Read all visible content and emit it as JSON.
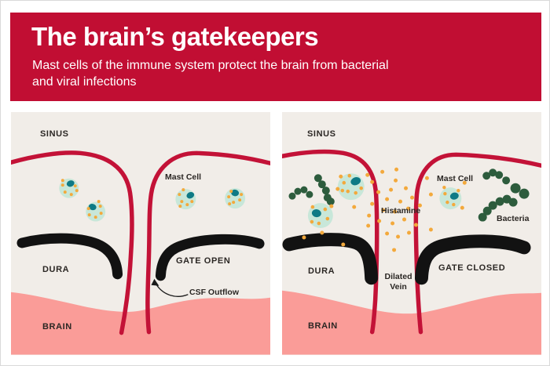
{
  "header": {
    "title": "The brain’s gatekeepers",
    "subtitle": "Mast cells of the immune system protect the brain from bacterial\nand viral infections"
  },
  "panels": {
    "open": {
      "sinus_label": "SINUS",
      "mast_cell_label": "Mast Cell",
      "dura_label": "DURA",
      "gate_label": "GATE OPEN",
      "csf_outflow_label": "CSF Outflow",
      "brain_label": "BRAIN"
    },
    "closed": {
      "sinus_label": "SINUS",
      "mast_cell_label": "Mast Cell",
      "histamine_label": "Histamine",
      "bacteria_label": "Bacteria",
      "dura_label": "DURA",
      "gate_label": "GATE CLOSED",
      "dilated_vein_label": "Dilated\nVein",
      "brain_label": "BRAIN"
    }
  },
  "colors": {
    "banner_red": "#C10E33",
    "vein_red": "#C31237",
    "panel_cream": "#F1EDE8",
    "brain_pink": "#FA9C98",
    "dura_black": "#121212",
    "label_text": "#2B2724",
    "mast_cell_body": "#C8E7D9",
    "mast_cell_nucleus": "#0E7A85",
    "granule_yellow": "#F3A93C",
    "bacteria_green": "#2D5C3D",
    "title_text": "#FFFFFF"
  }
}
